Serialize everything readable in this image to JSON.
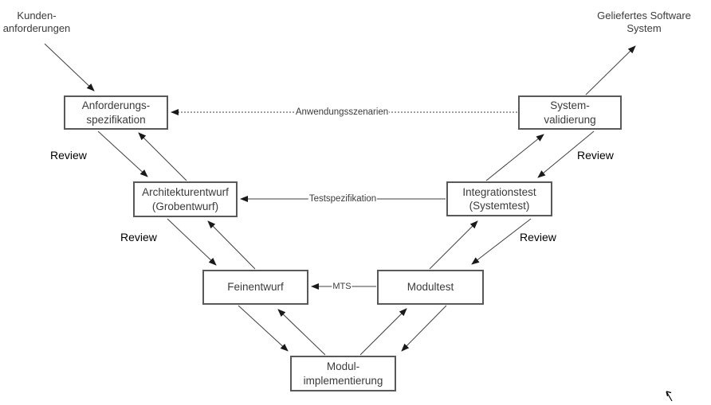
{
  "diagram": {
    "external_labels": {
      "customer_requirements": "Kunden-\nanforderungen",
      "delivered_software": "Geliefertes Software\nSystem"
    },
    "boxes": {
      "anforderungsspezifikation": "Anforderungs-\nspezifikation",
      "systemvalidierung": "System-\nvalidierung",
      "architekturentwurf": "Architekturentwurf\n(Grobentwurf)",
      "integrationstest": "Integrationstest\n(Systemtest)",
      "feinentwurf": "Feinentwurf",
      "modultest": "Modultest",
      "modulimplementierung": "Modul-\nimplementierung"
    },
    "edge_labels": {
      "anwendungsszenarien": "Anwendungsszenarien",
      "testspezifikation": "Testspezifikation",
      "mts": "MTS"
    },
    "review_labels": [
      "Review",
      "Review",
      "Review",
      "Review"
    ],
    "colors": {
      "line": "#3f3f3f",
      "arrowhead": "#1a1a1a",
      "box_border": "#595959",
      "box_text": "#3b3b3b",
      "review_text": "#000000",
      "background": "#ffffff"
    }
  }
}
